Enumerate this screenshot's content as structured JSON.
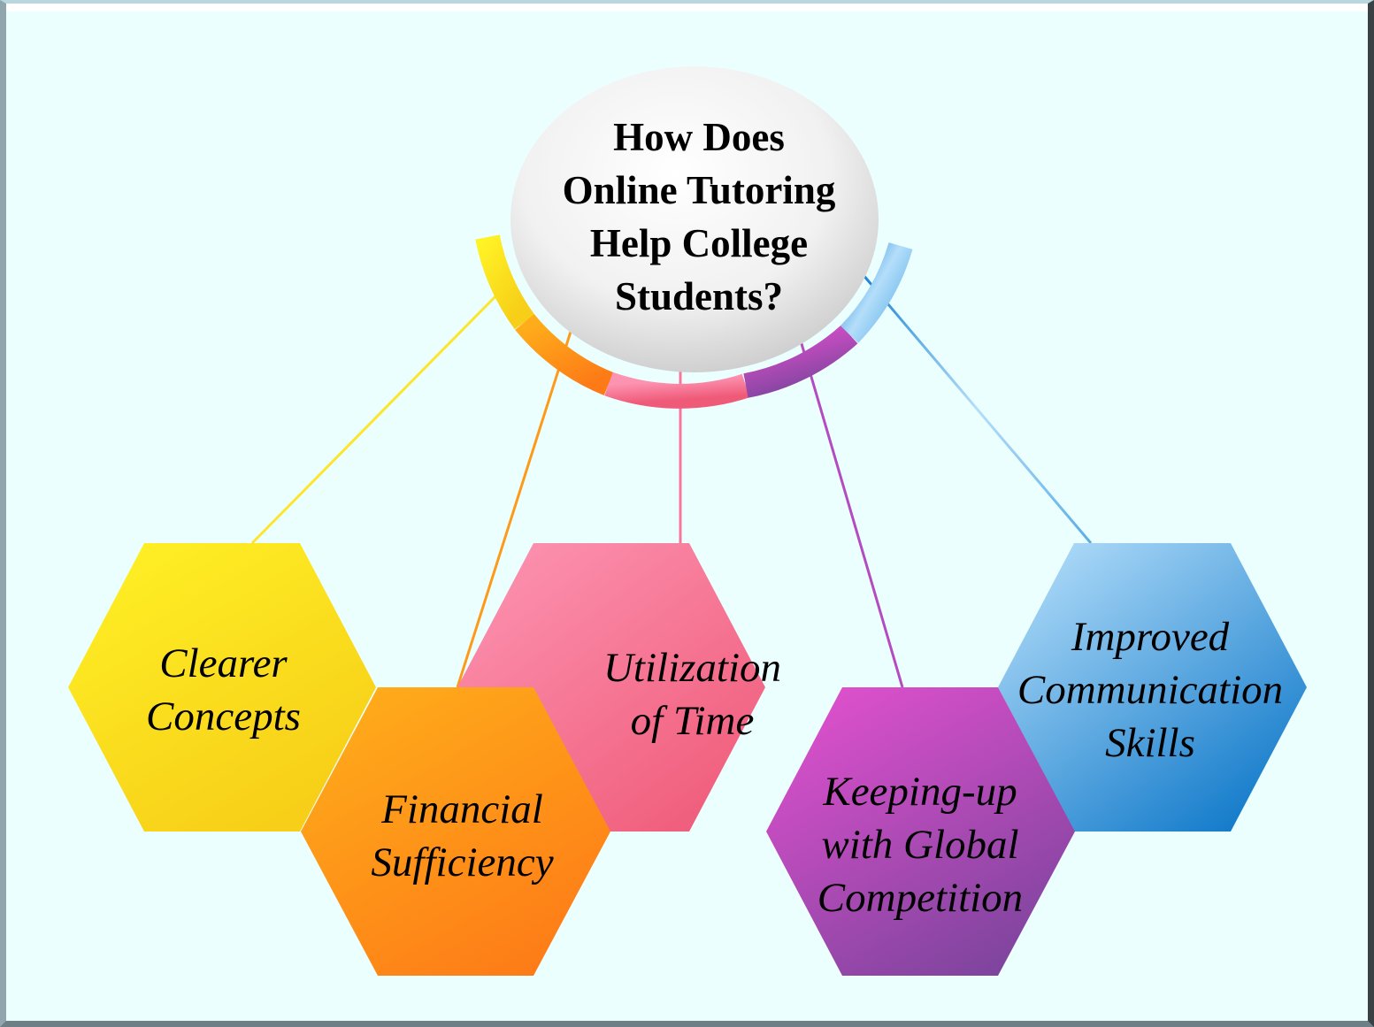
{
  "diagram": {
    "title_lines": [
      "How Does",
      "Online Tutoring",
      "Help College",
      "Students?"
    ],
    "background_color": "#ecffff",
    "items": [
      {
        "label": "Clearer\nConcepts",
        "color_light": "#fff226",
        "color_dark": "#f7cf18"
      },
      {
        "label": "Financial\nSufficiency",
        "color_light": "#ffac1a",
        "color_dark": "#fd7a17"
      },
      {
        "label": "Utilization\nof Time",
        "color_light": "#fc93b1",
        "color_dark": "#ef5a78"
      },
      {
        "label": "Keeping-up\nwith Global\nCompetition",
        "color_light": "#de50cd",
        "color_dark": "#7b449c"
      },
      {
        "label": "Improved\nCommunication\nSkills",
        "color_light": "#b4defa",
        "color_dark": "#0874c7"
      }
    ]
  }
}
